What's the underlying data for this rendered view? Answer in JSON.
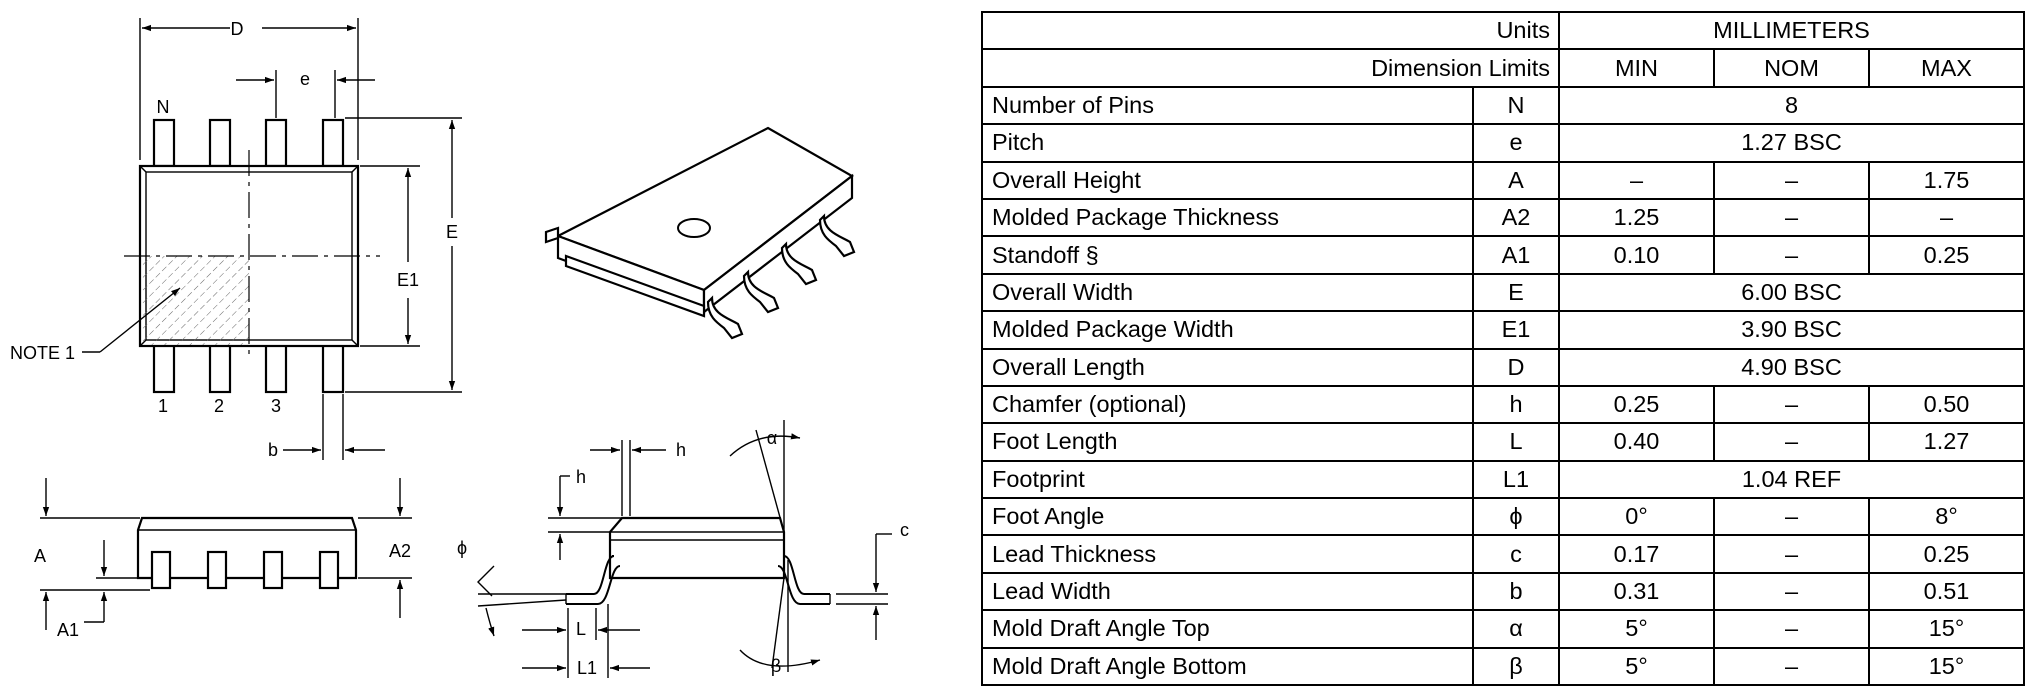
{
  "drawing": {
    "top_view": {
      "dim_D": "D",
      "dim_e": "e",
      "dim_E": "E",
      "dim_E1": "E1",
      "dim_b": "b",
      "pin_N": "N",
      "pin_1": "1",
      "pin_2": "2",
      "pin_3": "3",
      "note": "NOTE 1"
    },
    "side_view": {
      "dim_A": "A",
      "dim_A2": "A2",
      "dim_A1": "A1"
    },
    "end_view": {
      "dim_h": "h",
      "dim_h2": "h",
      "dim_c": "c",
      "dim_L": "L",
      "dim_L1": "L1",
      "angle_alpha": "α",
      "angle_beta": "β",
      "angle_phi": "ϕ"
    }
  },
  "table": {
    "header": {
      "units_label": "Units",
      "units_value": "MILLIMETERS",
      "limits_label": "Dimension Limits",
      "min": "MIN",
      "nom": "NOM",
      "max": "MAX"
    },
    "rows": [
      {
        "name": "Number of Pins",
        "symbol": "N",
        "merged": true,
        "value": "8"
      },
      {
        "name": "Pitch",
        "symbol": "e",
        "merged": true,
        "value": "1.27 BSC"
      },
      {
        "name": "Overall Height",
        "symbol": "A",
        "merged": false,
        "min": "–",
        "nom": "–",
        "max": "1.75"
      },
      {
        "name": "Molded Package Thickness",
        "symbol": "A2",
        "merged": false,
        "min": "1.25",
        "nom": "–",
        "max": "–"
      },
      {
        "name": "Standoff  §",
        "symbol": "A1",
        "merged": false,
        "min": "0.10",
        "nom": "–",
        "max": "0.25"
      },
      {
        "name": "Overall Width",
        "symbol": "E",
        "merged": true,
        "value": "6.00 BSC"
      },
      {
        "name": "Molded Package Width",
        "symbol": "E1",
        "merged": true,
        "value": "3.90 BSC"
      },
      {
        "name": "Overall Length",
        "symbol": "D",
        "merged": true,
        "value": "4.90 BSC"
      },
      {
        "name": "Chamfer (optional)",
        "symbol": "h",
        "merged": false,
        "min": "0.25",
        "nom": "–",
        "max": "0.50"
      },
      {
        "name": "Foot Length",
        "symbol": "L",
        "merged": false,
        "min": "0.40",
        "nom": "–",
        "max": "1.27"
      },
      {
        "name": "Footprint",
        "symbol": "L1",
        "merged": true,
        "value": "1.04 REF"
      },
      {
        "name": "Foot Angle",
        "symbol": "ϕ",
        "merged": false,
        "min": "0°",
        "nom": "–",
        "max": "8°"
      },
      {
        "name": "Lead Thickness",
        "symbol": "c",
        "merged": false,
        "min": "0.17",
        "nom": "–",
        "max": "0.25"
      },
      {
        "name": "Lead Width",
        "symbol": "b",
        "merged": false,
        "min": "0.31",
        "nom": "–",
        "max": "0.51"
      },
      {
        "name": "Mold Draft Angle Top",
        "symbol": "α",
        "merged": false,
        "min": "5°",
        "nom": "–",
        "max": "15°"
      },
      {
        "name": "Mold Draft Angle Bottom",
        "symbol": "β",
        "merged": false,
        "min": "5°",
        "nom": "–",
        "max": "15°"
      }
    ]
  }
}
